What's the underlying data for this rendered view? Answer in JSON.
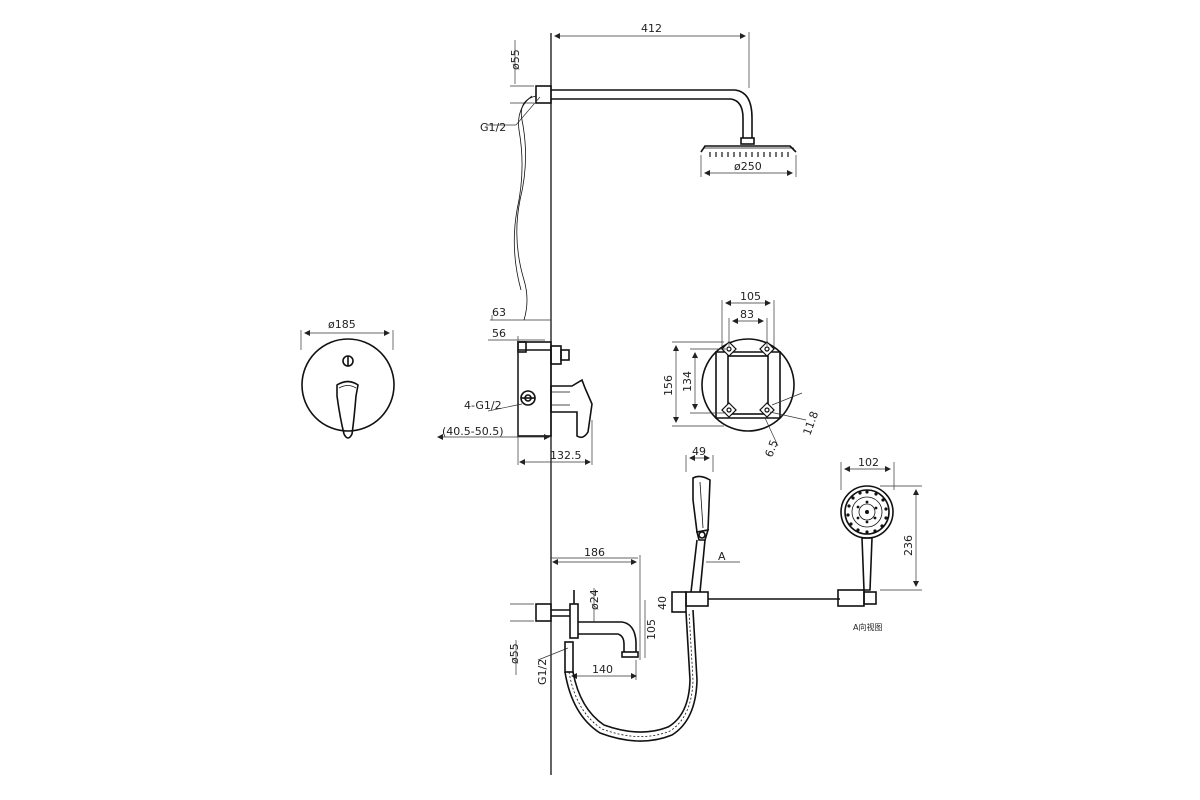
{
  "dimensions": {
    "arm_length": "412",
    "wall_flange_top": "ø55",
    "thread_top": "G1/2",
    "head_diameter": "ø250",
    "cover_diameter": "ø185",
    "body_depth_63": "63",
    "body_depth_56": "56",
    "inlets": "4-G1/2",
    "install_depth": "(40.5-50.5)",
    "mixer_depth": "132.5",
    "plate_105": "105",
    "plate_83": "83",
    "plate_156": "156",
    "plate_134": "134",
    "screw_11_8": "11.8",
    "screw_6_5": "6.5",
    "handle_width": "49",
    "marker_a": "A",
    "spout_186": "186",
    "spout_24": "ø24",
    "bracket_40": "40",
    "spout_105": "105",
    "spout_140": "140",
    "flange_bottom": "ø55",
    "thread_bottom": "G1/2",
    "hand_shower_dia": "102",
    "hand_shower_len": "236",
    "view_label": "A向视图"
  }
}
